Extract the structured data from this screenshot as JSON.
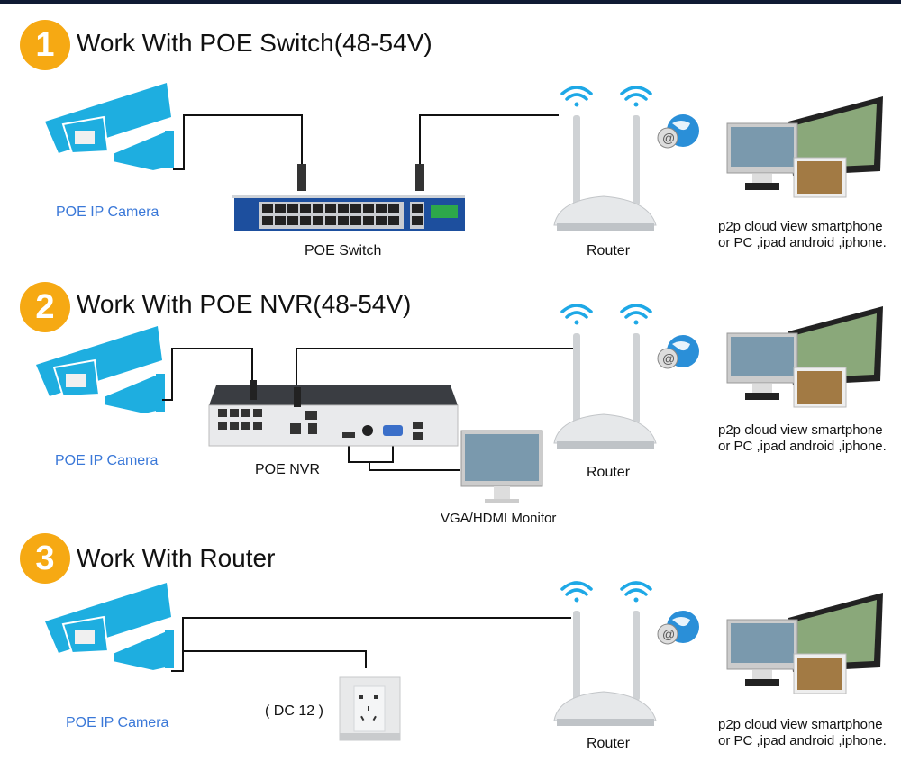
{
  "colors": {
    "accent_badge": "#f6a913",
    "camera_blue": "#1eaee0",
    "camera_label": "#3a78d8",
    "wifi_blue": "#1ea8e6",
    "header_bar": "#0f1a33"
  },
  "sections": [
    {
      "number": "1",
      "title": "Work With POE Switch(48-54V)",
      "camera_label": "POE IP Camera",
      "hub_label": "POE Switch",
      "router_label": "Router",
      "p2p_line1": "p2p cloud view smartphone",
      "p2p_line2": "or PC ,ipad android ,iphone."
    },
    {
      "number": "2",
      "title": "Work With POE NVR(48-54V)",
      "camera_label": "POE IP Camera",
      "hub_label": "POE NVR",
      "monitor_label": "VGA/HDMI Monitor",
      "router_label": "Router",
      "p2p_line1": "p2p cloud view smartphone",
      "p2p_line2": "or PC ,ipad android ,iphone."
    },
    {
      "number": "3",
      "title": "Work With Router",
      "camera_label": "POE IP Camera",
      "power_label": "( DC 12 )",
      "router_label": "Router",
      "p2p_line1": "p2p cloud view smartphone",
      "p2p_line2": "or PC ,ipad android ,iphone."
    }
  ]
}
